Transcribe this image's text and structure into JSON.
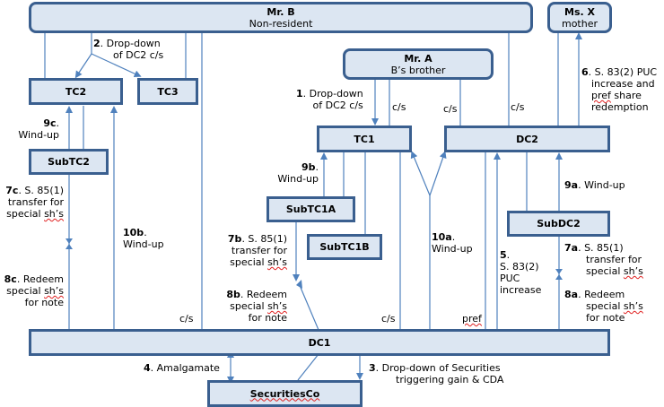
{
  "diagram": {
    "entities": {
      "mr_b": {
        "name": "Mr. B",
        "sub": "Non-resident"
      },
      "ms_x": {
        "name": "Ms. X",
        "sub": "mother"
      },
      "mr_a": {
        "name": "Mr. A",
        "sub": "B’s brother"
      },
      "tc2": {
        "name": "TC2"
      },
      "tc3": {
        "name": "TC3"
      },
      "tc1": {
        "name": "TC1"
      },
      "dc2": {
        "name": "DC2"
      },
      "subtc2": {
        "name": "SubTC2"
      },
      "subtc1a": {
        "name": "SubTC1A"
      },
      "subtc1b": {
        "name": "SubTC1B"
      },
      "subdc2": {
        "name": "SubDC2"
      },
      "dc1": {
        "name": "DC1"
      },
      "securitiesco": {
        "name": "SecuritiesCo"
      }
    },
    "steps": {
      "s1": {
        "num": "1",
        "text1": ". Drop-down",
        "text2": "of DC2 c/s"
      },
      "s2": {
        "num": "2",
        "text1": ". Drop-down",
        "text2": "of DC2 c/s"
      },
      "s3": {
        "num": "3",
        "text1": ". Drop-down of Securities",
        "text2": "triggering gain & CDA"
      },
      "s4": {
        "num": "4",
        "text1": ". Amalgamate"
      },
      "s5": {
        "num": "5",
        "text1": ".",
        "text2": "S. 83(2)",
        "text3": "PUC",
        "text4": "increase"
      },
      "s6": {
        "num": "6",
        "text1": ". S. 83(2) PUC",
        "text2": "increase and",
        "text3a": "pref",
        "text3b": " share",
        "text4": "redemption"
      },
      "s7a": {
        "num": "7a",
        "text1": ". S. 85(1)",
        "text2": "transfer for",
        "text3a": "special ",
        "text3b": "sh’s"
      },
      "s7b": {
        "num": "7b",
        "text1": ". S. 85(1)",
        "text2": "transfer for",
        "text3a": "special ",
        "text3b": "sh’s"
      },
      "s7c": {
        "num": "7c",
        "text1": ". S. 85(1)",
        "text2": "transfer for",
        "text3a": "special ",
        "text3b": "sh’s"
      },
      "s8a": {
        "num": "8a",
        "text1": ". Redeem",
        "text2a": "special ",
        "text2b": "sh’s",
        "text3": "for note"
      },
      "s8b": {
        "num": "8b",
        "text1": ". Redeem",
        "text2a": "special ",
        "text2b": "sh’s",
        "text3": "for note"
      },
      "s8c": {
        "num": "8c",
        "text1": ". Redeem",
        "text2a": "special ",
        "text2b": "sh’s",
        "text3": "for note"
      },
      "s9a": {
        "num": "9a",
        "text1": ". Wind-up"
      },
      "s9b": {
        "num": "9b",
        "text1": ".",
        "text2": "Wind-up"
      },
      "s9c": {
        "num": "9c",
        "text1": ".",
        "text2": "Wind-up"
      },
      "s10a": {
        "num": "10a",
        "text1": ".",
        "text2": "Wind-up"
      },
      "s10b": {
        "num": "10b",
        "text1": ".",
        "text2": "Wind-up"
      }
    },
    "share_labels": {
      "cs": "c/s",
      "pref": "pref"
    }
  }
}
